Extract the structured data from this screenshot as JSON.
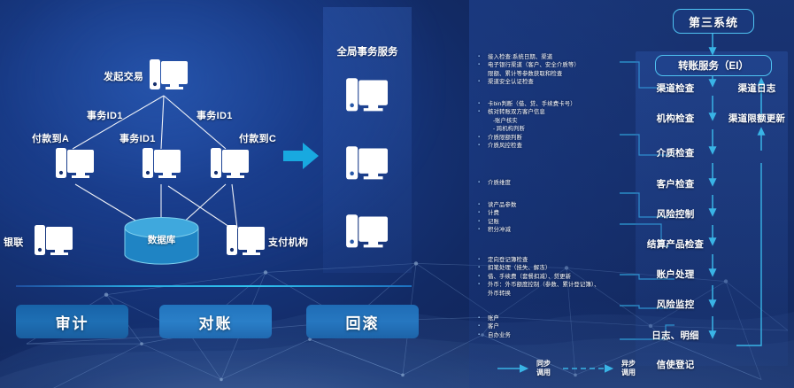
{
  "left_panel": {
    "nodes": [
      {
        "id": "initiator",
        "label": "发起交易"
      },
      {
        "id": "payA",
        "label": "付款到A"
      },
      {
        "id": "payC",
        "label": "付款到C"
      },
      {
        "id": "unionpay",
        "label": "银联"
      },
      {
        "id": "paygw",
        "label": "支付机构"
      }
    ],
    "edge_labels": [
      "事务ID1",
      "事务ID1",
      "事务ID1"
    ],
    "database_label": "数据库",
    "buttons": [
      {
        "id": "audit",
        "label": "审计"
      },
      {
        "id": "reconcile",
        "label": "对账"
      },
      {
        "id": "rollback",
        "label": "回滚"
      }
    ]
  },
  "middle_panel": {
    "title": "全局事务服务",
    "server_count": 3
  },
  "right_panel": {
    "bullet_groups": [
      {
        "id": "access-check",
        "lines": [
          {
            "type": "bullet",
            "text": "接入检查:系统日期、渠道"
          },
          {
            "type": "bullet",
            "text": "电子银行渠道（客户、安全介质等）"
          },
          {
            "type": "cont",
            "text": "限额、累计等参数获取和检查"
          },
          {
            "type": "bullet",
            "text": "渠道安全认证检查"
          }
        ]
      },
      {
        "id": "card-check",
        "lines": [
          {
            "type": "bullet",
            "text": "卡bin判断（借、贷、手续费卡号）"
          },
          {
            "type": "bullet",
            "text": "核对转账双方客户信息"
          },
          {
            "type": "sub",
            "text": "-账户核实"
          },
          {
            "type": "sub",
            "text": "- 跨机构判断"
          },
          {
            "type": "bullet",
            "text": "介质限额判断"
          },
          {
            "type": "bullet",
            "text": "介质风控检查"
          }
        ]
      },
      {
        "id": "media-dimension",
        "lines": [
          {
            "type": "bullet",
            "text": "介质维度"
          }
        ]
      },
      {
        "id": "product-params",
        "lines": [
          {
            "type": "bullet",
            "text": "读产品参数"
          },
          {
            "type": "bullet",
            "text": "计费"
          },
          {
            "type": "bullet",
            "text": "记账"
          },
          {
            "type": "bullet",
            "text": "积分冲减"
          }
        ]
      },
      {
        "id": "register-check",
        "lines": [
          {
            "type": "bullet",
            "text": "定向登记簿检查"
          },
          {
            "type": "bullet",
            "text": "扣笔处理（挂失、解冻）"
          },
          {
            "type": "bullet",
            "text": "借、手续费（套餐扣减）、贷更新"
          },
          {
            "type": "bullet",
            "text": "外币：外币额度控制（参数、累计登记簿）、"
          },
          {
            "type": "cont",
            "text": "外币转换"
          }
        ]
      },
      {
        "id": "account-customer",
        "lines": [
          {
            "type": "bullet",
            "text": "账户"
          },
          {
            "type": "bullet",
            "text": "客户"
          },
          {
            "type": "bullet",
            "text": "自办业务"
          }
        ]
      }
    ],
    "flow": {
      "top_box": "第三系统",
      "service_box": "转账服务（EI）",
      "main_chain": [
        "渠道检查",
        "机构检查",
        "介质检查",
        "客户检查",
        "风险控制",
        "结算产品检查",
        "账户处理",
        "风险监控",
        "日志、明细",
        "信使登记"
      ],
      "return_chain": [
        "渠道日志",
        "渠道限额更新"
      ]
    },
    "legend": [
      {
        "id": "sync",
        "line1": "同步",
        "line2": "调用",
        "style": "solid"
      },
      {
        "id": "async",
        "line1": "异步",
        "line2": "调用",
        "style": "dashed"
      }
    ]
  },
  "colors": {
    "accent_cyan": "#33b5e5",
    "node_line": "#4fc3f2",
    "panel_bg": "#2a5aa8",
    "page_bg": "#0f2150"
  }
}
